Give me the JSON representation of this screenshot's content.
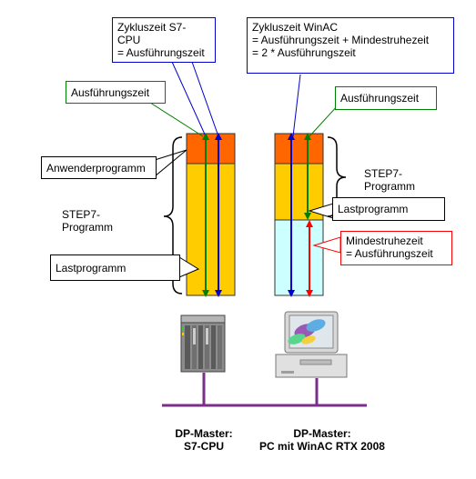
{
  "colors": {
    "orange": "#ff6600",
    "yellow": "#ffcc00",
    "lightblue": "#ccffff",
    "blue_arrow": "#0000cc",
    "green_arrow": "#008000",
    "red_arrow": "#ff0000",
    "bus": "#7a2f8a"
  },
  "left": {
    "cycle_label": "Zykluszeit S7-\nCPU\n= Ausführungszeit",
    "exec_label": "Ausführungszeit",
    "user_program_label": "Anwenderprogramm",
    "step7_label": "STEP7-\nProgramm",
    "load_program_label": "Lastprogramm",
    "device_icon": "s7-cpu-rack-icon",
    "caption": "DP-Master:\nS7-CPU"
  },
  "right": {
    "cycle_label": "Zykluszeit WinAC\n= Ausführungszeit + Mindestruhezeit\n= 2 * Ausführungszeit",
    "exec_label": "Ausführungszeit",
    "step7_label": "STEP7-\nProgramm",
    "load_program_label": "Lastprogramm",
    "min_rest_label": "Mindestruhezeit\n= Ausführungszeit",
    "device_icon": "pc-workstation-icon",
    "caption": "DP-Master:\nPC mit WinAC RTX 2008"
  }
}
